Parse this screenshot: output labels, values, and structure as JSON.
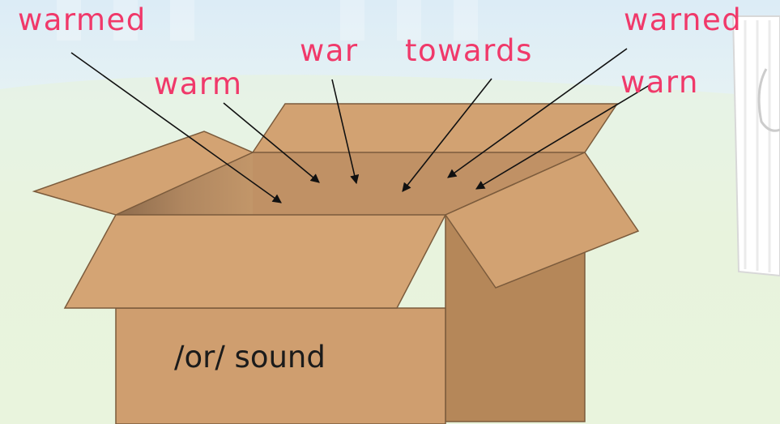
{
  "words": {
    "warmed": "warmed",
    "war": "war",
    "towards": "towards",
    "warned": "warned",
    "warm": "warm",
    "warn": "warn"
  },
  "box": {
    "label": "/or/ sound"
  },
  "colors": {
    "word_text": "#f0396a",
    "box_front": "#cf9e6f",
    "box_side": "#b48658",
    "box_inside": "#a77e58",
    "sky": "#dfeff8",
    "grass": "#e8f3dc",
    "arrow": "#111111"
  }
}
